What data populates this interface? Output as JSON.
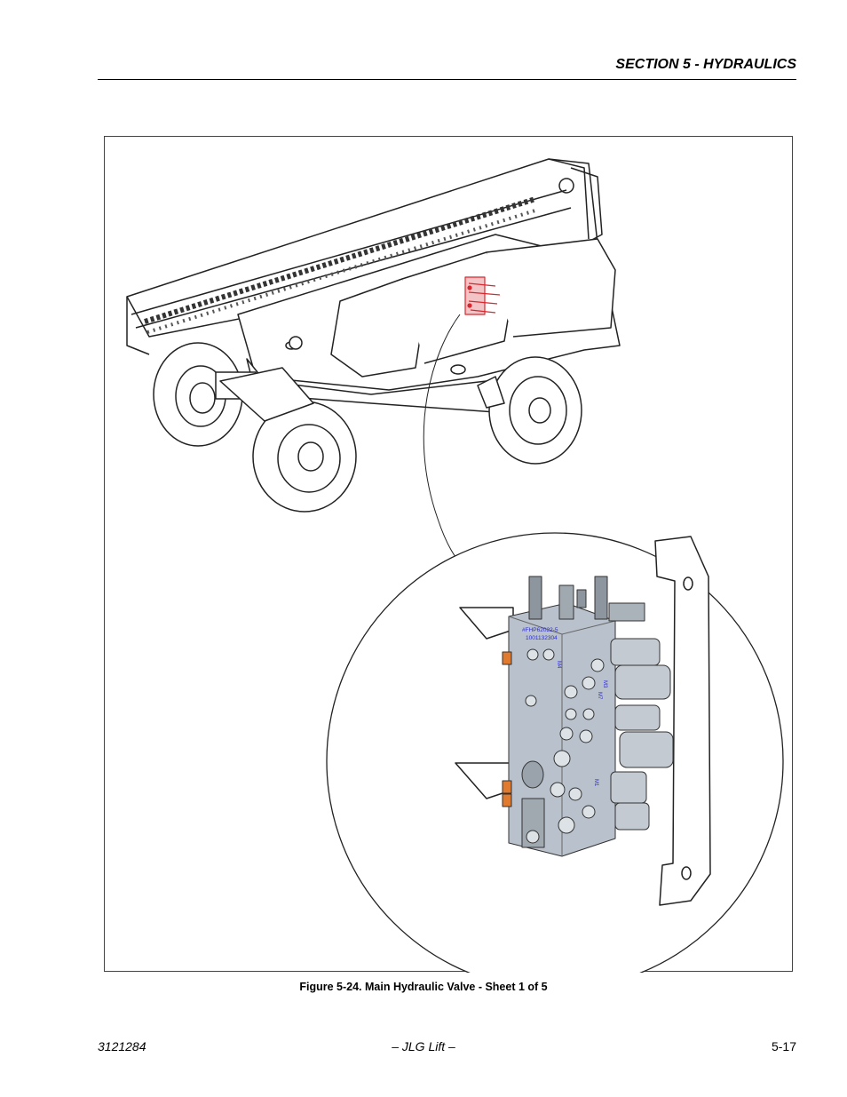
{
  "header": {
    "section_title": "SECTION 5 - HYDRAULICS"
  },
  "figure": {
    "caption": "Figure 5-24.  Main Hydraulic Valve - Sheet 1 of 5",
    "valve_label_line1": "#FHP62022-5",
    "valve_label_line2": "1001132304",
    "port_labels": [
      "M4",
      "M3",
      "M7",
      "M1"
    ],
    "colors": {
      "outline": "#222222",
      "valve_body": "#b9c2cc",
      "highlight": "#d8282f",
      "fitting": "#e07a2e",
      "label": "#2a2acc"
    }
  },
  "footer": {
    "doc_number": "3121284",
    "publisher": "– JLG Lift –",
    "page_number": "5-17"
  }
}
